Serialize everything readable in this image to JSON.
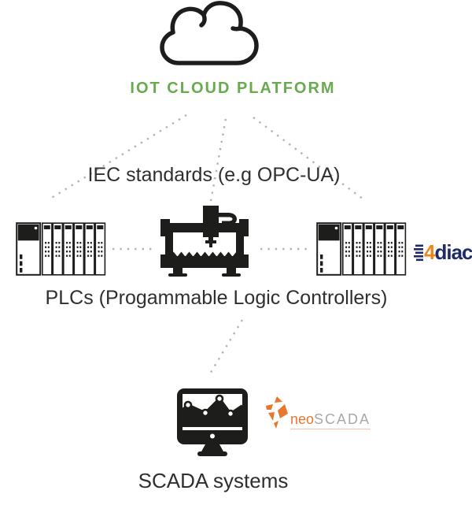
{
  "cloud": {
    "title": "IOT CLOUD PLATFORM"
  },
  "labels": {
    "iec": "IEC standards (e.g OPC-UA)",
    "plcs": "PLCs (Progammable Logic Controllers)",
    "scada": "SCADA systems"
  },
  "logos": {
    "fordiac": {
      "prefix": "4",
      "suffix": "diac"
    },
    "neoscada": {
      "prefix": "neo",
      "suffix": "SCADA"
    }
  },
  "icons": {
    "cloud": "cloud-outline-icon",
    "plc_left": "plc-rack-icon",
    "plc_right": "plc-rack-icon",
    "machine": "cnc-machine-icon",
    "scada": "monitor-line-chart-icon",
    "neoscada": "orange-shards-icon",
    "fordiac": "navy-stripes-icon"
  },
  "colors": {
    "title_green": "#67ab4e",
    "icon_black": "#1d1d1b",
    "dot_gray": "#b3b3b3",
    "label_dark": "#2f2f2f",
    "fordiac_navy": "#1f2a66",
    "fordiac_orange": "#f08519",
    "neo_orange": "#e8772e",
    "neo_gray": "#a8a8a8",
    "neo_underline": "#f3c4ab"
  },
  "edges": [
    [
      237,
      146,
      64,
      252
    ],
    [
      287,
      151,
      268,
      255
    ],
    [
      322,
      149,
      462,
      253
    ],
    [
      143,
      316,
      198,
      316
    ],
    [
      331,
      316,
      392,
      316
    ],
    [
      308,
      406,
      266,
      476
    ]
  ]
}
